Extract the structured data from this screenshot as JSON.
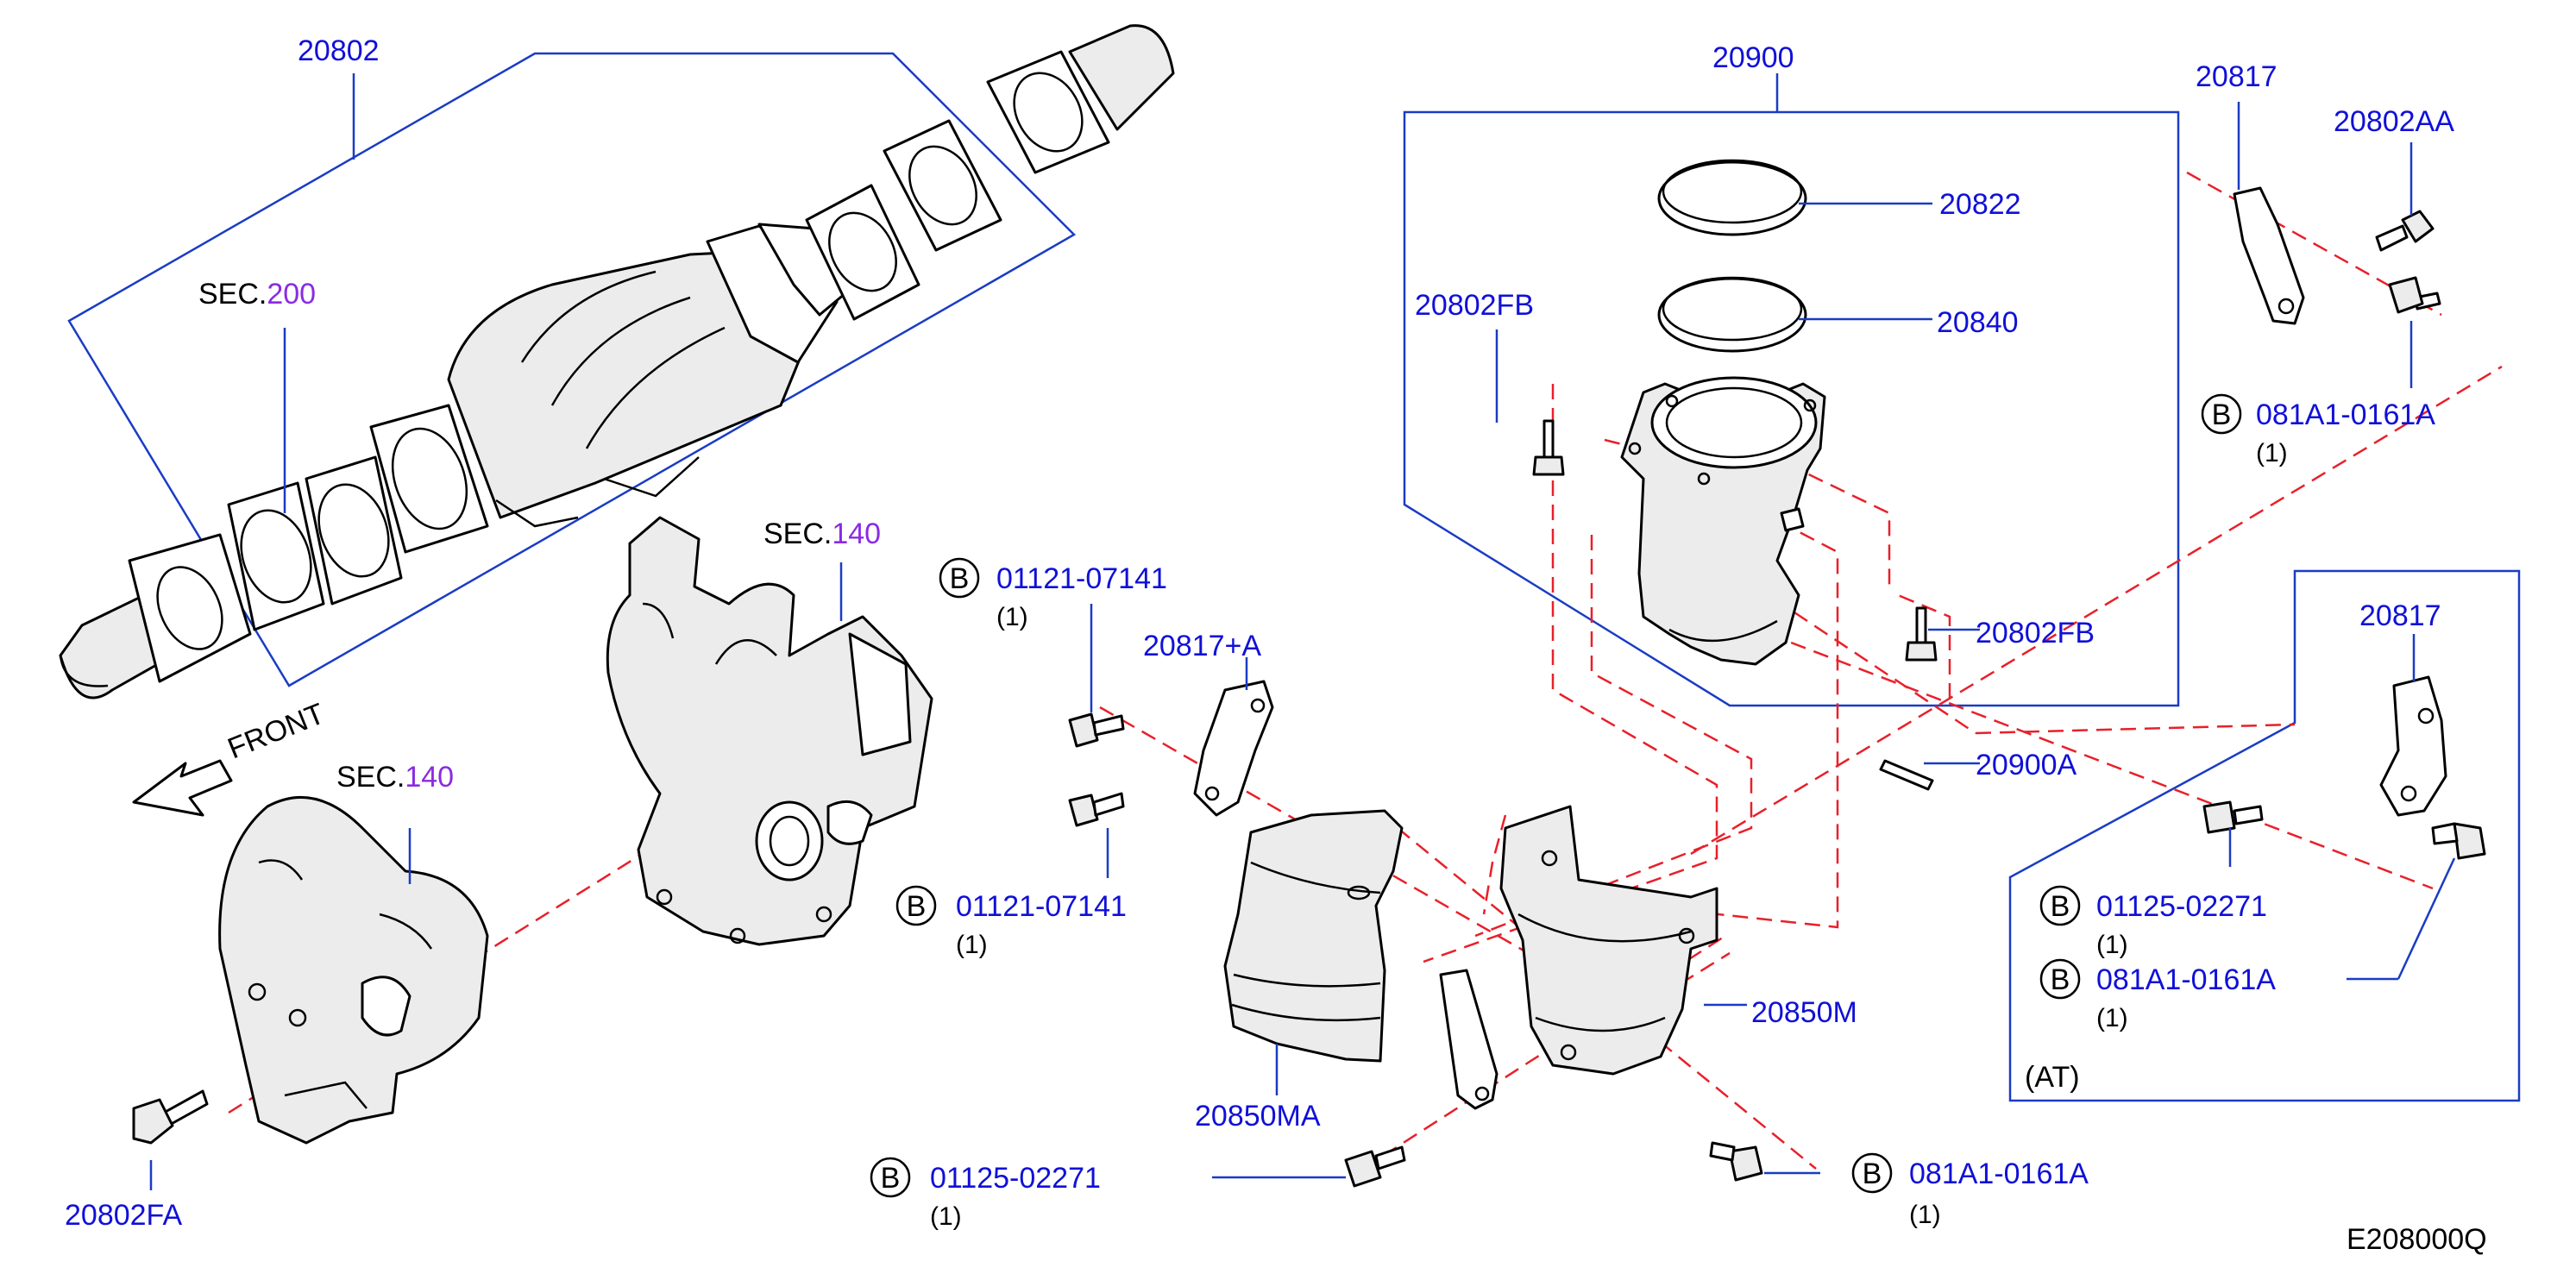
{
  "diagram_id": "E208000Q",
  "front_label": "FRONT",
  "sections": [
    {
      "prefix": "SEC.",
      "number": "200"
    },
    {
      "prefix": "SEC.",
      "number": "140"
    },
    {
      "prefix": "SEC.",
      "number": "140"
    }
  ],
  "colors": {
    "part_number": "#1010d8",
    "section_number": "#8a2be2",
    "leader": "#1a3cc4",
    "hidden_line": "#e8202a"
  },
  "callouts": [
    {
      "part": "20802"
    },
    {
      "part": "20900"
    },
    {
      "part": "20822"
    },
    {
      "part": "20840"
    },
    {
      "part": "20802FB"
    },
    {
      "part": "20802FB"
    },
    {
      "part": "20900A"
    },
    {
      "part": "20817"
    },
    {
      "part": "20802AA"
    },
    {
      "part": "20817"
    },
    {
      "part": "20817+A"
    },
    {
      "part": "20850M"
    },
    {
      "part": "20850MA"
    },
    {
      "part": "20802FA"
    }
  ],
  "bolt_callouts": [
    {
      "badge": "B",
      "part": "081A1-0161A",
      "qty": "(1)"
    },
    {
      "badge": "B",
      "part": "01121-07141",
      "qty": "(1)"
    },
    {
      "badge": "B",
      "part": "01121-07141",
      "qty": "(1)"
    },
    {
      "badge": "B",
      "part": "01125-02271",
      "qty": "(1)"
    },
    {
      "badge": "B",
      "part": "081A1-0161A",
      "qty": "(1)"
    },
    {
      "badge": "B",
      "part": "01125-02271",
      "qty": "(1)"
    },
    {
      "badge": "B",
      "part": "081A1-0161A",
      "qty": "(1)"
    }
  ],
  "variant_note": "(AT)"
}
